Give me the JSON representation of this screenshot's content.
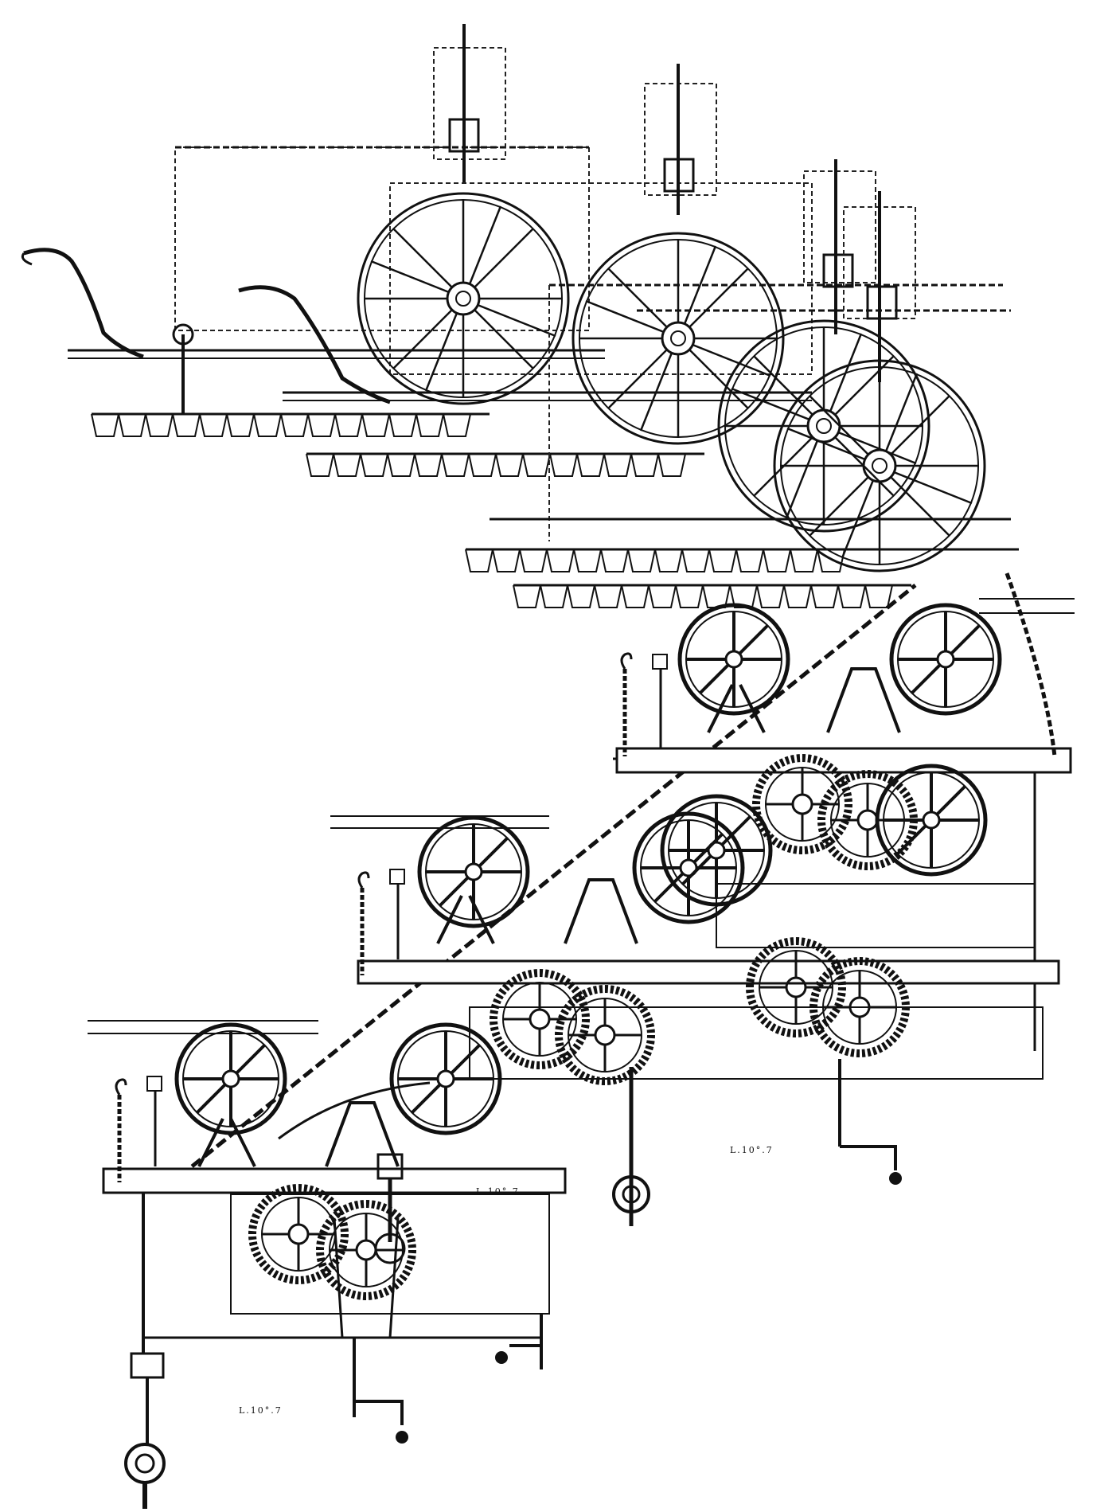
{
  "figure": {
    "labels": {
      "top_machine": "L.10°.7",
      "middle_machine": "L.10°.7",
      "bottom_machine": "L.10°.7"
    }
  },
  "colors": {
    "ink": "#111111",
    "paper": "#ffffff"
  }
}
